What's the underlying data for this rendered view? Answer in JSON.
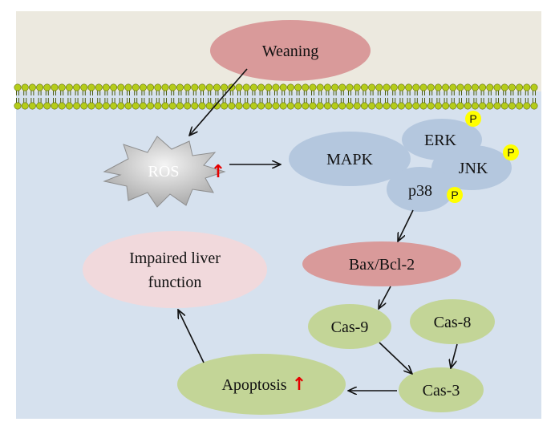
{
  "colors": {
    "extracellular": "#ece9df",
    "cytoplasm": "#d6e1ee",
    "membrane_head": "#b5cc1a",
    "membrane_head_stroke": "#5e6e0c",
    "membrane_tail": "#4b5a10",
    "pink_node": "#d99a9a",
    "light_pink_node": "#f1d9dc",
    "blue_node": "#b4c7de",
    "green_node": "#c3d597",
    "phospho_dot": "#ffff00",
    "up_arrow": "#e60000",
    "arrow": "#111111"
  },
  "nodes": {
    "weaning": "Weaning",
    "ros": "ROS",
    "mapk": "MAPK",
    "erk": "ERK",
    "jnk": "JNK",
    "p38": "p38",
    "bax_bcl2": "Bax/Bcl-2",
    "impaired_line1": "Impaired liver",
    "impaired_line2": "function",
    "cas9": "Cas-9",
    "cas8": "Cas-8",
    "cas3": "Cas-3",
    "apoptosis": "Apoptosis"
  },
  "phospho_label": "P",
  "up_symbol": "↑"
}
